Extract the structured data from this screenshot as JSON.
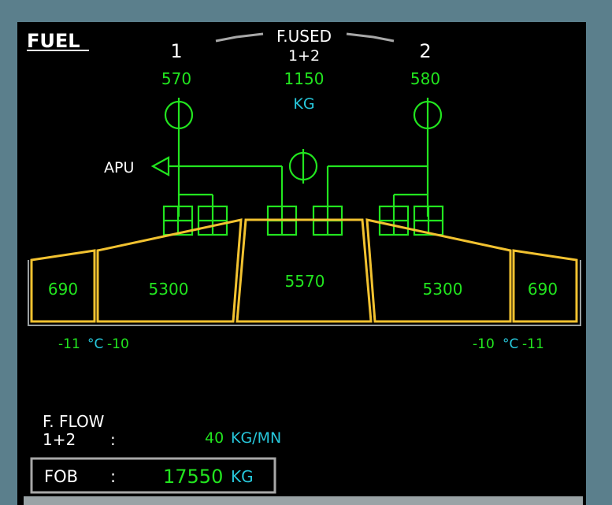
{
  "page": {
    "title": "FUEL",
    "fused_label": "F.USED",
    "fused_sub": "1+2",
    "engine1_num": "1",
    "engine2_num": "2",
    "engine1_used": "570",
    "engine2_used": "580",
    "total_used": "1150",
    "used_unit": "KG",
    "apu_label": "APU"
  },
  "tanks": {
    "left_outer": "690",
    "left_inner": "5300",
    "center": "5570",
    "right_inner": "5300",
    "right_outer": "690"
  },
  "temps": {
    "left_inner_val": "-11",
    "left_unit": "°C",
    "left_outer_val": "-10",
    "right_inner_val": "-10",
    "right_unit": "°C",
    "right_outer_val": "-11"
  },
  "fflow": {
    "label": "F. FLOW",
    "sub": "1+2",
    "colon": ":",
    "value": "40",
    "unit": "KG/MN"
  },
  "fob": {
    "label": "FOB",
    "colon": ":",
    "value": "17550",
    "unit": "KG"
  },
  "colors": {
    "green": "#22e51f",
    "cyan": "#27c8dc",
    "amber": "#f2c230",
    "white": "#ffffff"
  }
}
